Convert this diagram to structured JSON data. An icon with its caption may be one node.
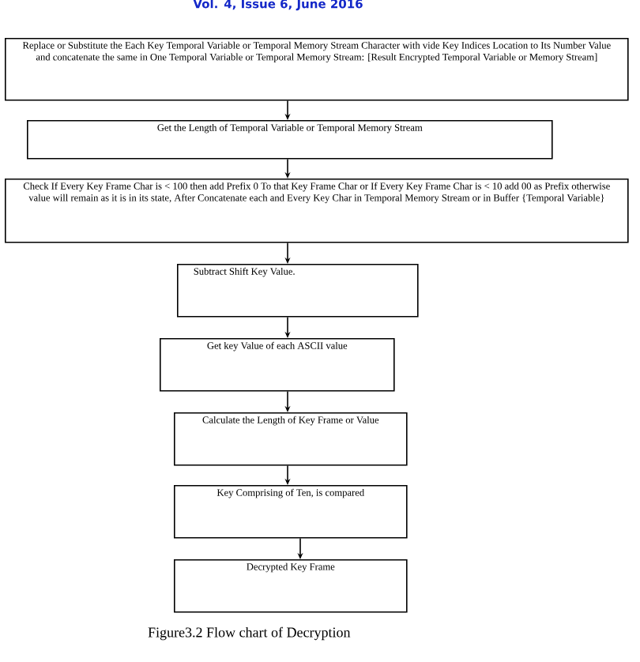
{
  "diagram": {
    "caption": "Figure3.2 Flow chart of Decryption",
    "nodes": [
      {
        "text": [
          "Replace or Substitute the Each Key Temporal Variable or Temporal Memory Stream Character with vide Key Indices Location to Its Number Value and concatenate the same in One Temporal Variable or Temporal Memory Stream: [Result Encrypted Temporal Variable or Memory Stream]"
        ]
      },
      {
        "text": [
          "Get the Length of Temporal Variable or Temporal Memory Stream"
        ]
      },
      {
        "text": [
          "Check If Every Key Frame Char is < 100 then add Prefix 0  To that Key Frame Char or  If Every Key Frame Char is < 10 add 00  as Prefix  otherwise value will remain as it is in its state, After Concatenate each and Every Key  Char in Temporal Memory Stream or in Buffer {Temporal Variable}"
        ]
      },
      {
        "text": [
          "Subtract Shift Key Value."
        ]
      },
      {
        "text": [
          "Get key Value of each ASCII value"
        ]
      },
      {
        "text": [
          "Calculate the Length of Key Frame or Value"
        ]
      },
      {
        "text": [
          "Key Comprising of Ten, is compared"
        ]
      },
      {
        "text": [
          "Decrypted Key Frame"
        ]
      }
    ],
    "edges": [
      {
        "from": 0,
        "to": 1,
        "arrow": "to"
      },
      {
        "from": 1,
        "to": 2,
        "arrow": "to"
      },
      {
        "from": 2,
        "to": 3,
        "arrow": "to"
      },
      {
        "from": 3,
        "to": 4,
        "arrow": "to"
      },
      {
        "from": 4,
        "to": 5,
        "arrow": "to"
      },
      {
        "from": 5,
        "to": 6,
        "arrow": "to"
      },
      {
        "from": 6,
        "to": 7,
        "arrow": "to"
      }
    ],
    "labels": [
      "Vol. 4, Issue 6, June 2016"
    ]
  }
}
